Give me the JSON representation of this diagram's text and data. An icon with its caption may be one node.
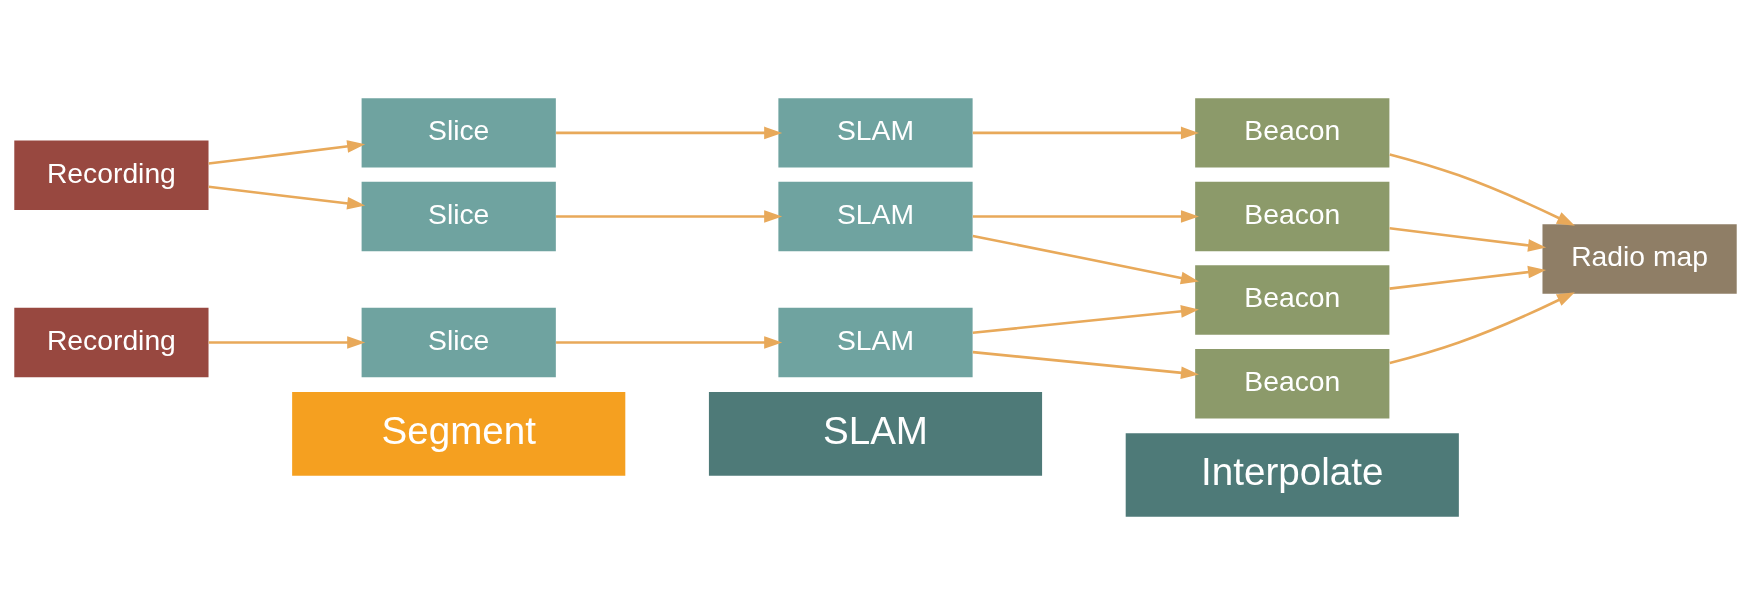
{
  "diagram": {
    "nodes": [
      {
        "text": [
          "Segment"
        ]
      },
      {
        "text": [
          "SLAM"
        ]
      },
      {
        "text": [
          "Interpolate"
        ]
      },
      {
        "text": [
          "Recording"
        ]
      },
      {
        "text": [
          "Recording"
        ]
      },
      {
        "text": [
          "Slice"
        ]
      },
      {
        "text": [
          "Slice"
        ]
      },
      {
        "text": [
          "Slice"
        ]
      },
      {
        "text": [
          "SLAM"
        ]
      },
      {
        "text": [
          "SLAM"
        ]
      },
      {
        "text": [
          "SLAM"
        ]
      },
      {
        "text": [
          "Beacon"
        ]
      },
      {
        "text": [
          "Beacon"
        ]
      },
      {
        "text": [
          "Beacon"
        ]
      },
      {
        "text": [
          "Beacon"
        ]
      },
      {
        "text": [
          "Radio map"
        ]
      }
    ],
    "edges": [
      {
        "from": 3,
        "to": 5,
        "arrow": "to"
      },
      {
        "from": 3,
        "to": 6,
        "arrow": "to"
      },
      {
        "from": 4,
        "to": 7,
        "arrow": "to"
      },
      {
        "from": 5,
        "to": 8,
        "arrow": "to"
      },
      {
        "from": 6,
        "to": 9,
        "arrow": "to"
      },
      {
        "from": 7,
        "to": 10,
        "arrow": "to"
      },
      {
        "from": 8,
        "to": 11,
        "arrow": "to"
      },
      {
        "from": 8,
        "to": 12,
        "arrow": "to"
      },
      {
        "from": 9,
        "to": 13,
        "arrow": "to"
      },
      {
        "from": 10,
        "to": 12,
        "arrow": "to"
      },
      {
        "from": 10,
        "to": 14,
        "arrow": "to"
      },
      {
        "from": 11,
        "to": 15,
        "arrow": "to"
      },
      {
        "from": 12,
        "to": 15,
        "arrow": "to"
      },
      {
        "from": 13,
        "to": 15,
        "arrow": "to"
      },
      {
        "from": 14,
        "to": 15,
        "arrow": "to"
      }
    ]
  }
}
